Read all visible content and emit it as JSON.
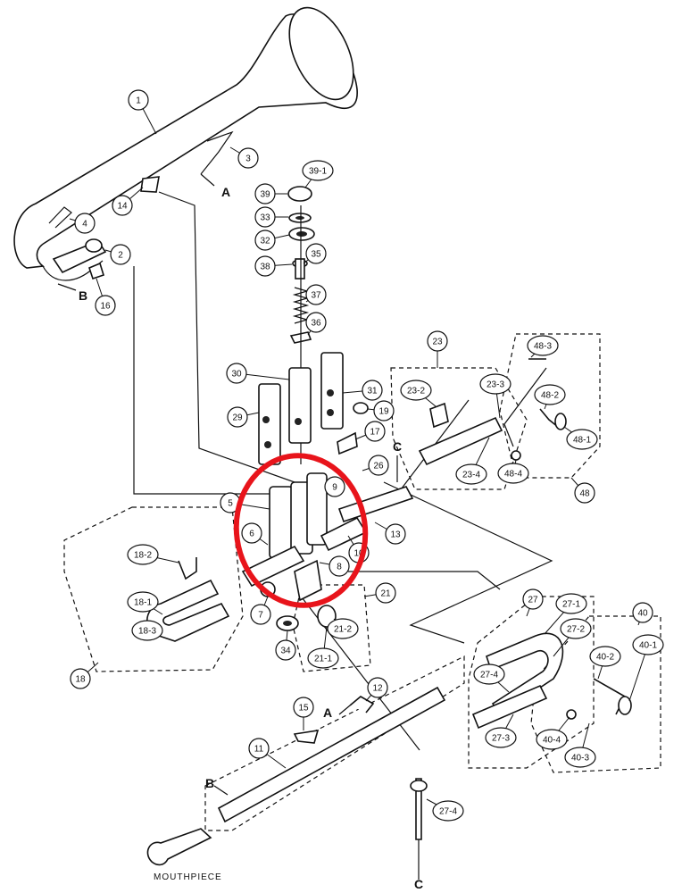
{
  "highlight_color": "#e8141b",
  "ink_color": "#111111",
  "callouts": [
    {
      "id": "c1",
      "label": "1"
    },
    {
      "id": "c2",
      "label": "2"
    },
    {
      "id": "c3",
      "label": "3"
    },
    {
      "id": "c4",
      "label": "4"
    },
    {
      "id": "c14",
      "label": "14"
    },
    {
      "id": "c16",
      "label": "16"
    },
    {
      "id": "c39-1",
      "label": "39-1"
    },
    {
      "id": "c39",
      "label": "39"
    },
    {
      "id": "c33",
      "label": "33"
    },
    {
      "id": "c32",
      "label": "32"
    },
    {
      "id": "c38",
      "label": "38"
    },
    {
      "id": "c35",
      "label": "35"
    },
    {
      "id": "c37",
      "label": "37"
    },
    {
      "id": "c36",
      "label": "36"
    },
    {
      "id": "c30",
      "label": "30"
    },
    {
      "id": "c31",
      "label": "31"
    },
    {
      "id": "c29",
      "label": "29"
    },
    {
      "id": "c19",
      "label": "19"
    },
    {
      "id": "c17",
      "label": "17"
    },
    {
      "id": "c26",
      "label": "26"
    },
    {
      "id": "c23",
      "label": "23"
    },
    {
      "id": "c23-2",
      "label": "23-2"
    },
    {
      "id": "c23-3",
      "label": "23-3"
    },
    {
      "id": "c23-4",
      "label": "23-4"
    },
    {
      "id": "c48-3",
      "label": "48-3"
    },
    {
      "id": "c48-2",
      "label": "48-2"
    },
    {
      "id": "c48-1",
      "label": "48-1"
    },
    {
      "id": "c48-4",
      "label": "48-4"
    },
    {
      "id": "c48",
      "label": "48"
    },
    {
      "id": "c5",
      "label": "5"
    },
    {
      "id": "c9",
      "label": "9"
    },
    {
      "id": "c6",
      "label": "6"
    },
    {
      "id": "c13",
      "label": "13"
    },
    {
      "id": "c10",
      "label": "10"
    },
    {
      "id": "c8",
      "label": "8"
    },
    {
      "id": "c7",
      "label": "7"
    },
    {
      "id": "c21",
      "label": "21"
    },
    {
      "id": "c21-2",
      "label": "21-2"
    },
    {
      "id": "c21-1",
      "label": "21-1"
    },
    {
      "id": "c34",
      "label": "34"
    },
    {
      "id": "c18-2",
      "label": "18-2"
    },
    {
      "id": "c18-1",
      "label": "18-1"
    },
    {
      "id": "c18-3",
      "label": "18-3"
    },
    {
      "id": "c18",
      "label": "18"
    },
    {
      "id": "c27",
      "label": "27"
    },
    {
      "id": "c27-1",
      "label": "27-1"
    },
    {
      "id": "c27-2",
      "label": "27-2"
    },
    {
      "id": "c27-4a",
      "label": "27-4"
    },
    {
      "id": "c27-3",
      "label": "27-3"
    },
    {
      "id": "c40",
      "label": "40"
    },
    {
      "id": "c40-1",
      "label": "40-1"
    },
    {
      "id": "c40-2",
      "label": "40-2"
    },
    {
      "id": "c40-4",
      "label": "40-4"
    },
    {
      "id": "c40-3",
      "label": "40-3"
    },
    {
      "id": "c12",
      "label": "12"
    },
    {
      "id": "c15",
      "label": "15"
    },
    {
      "id": "c11",
      "label": "11"
    },
    {
      "id": "c27-4b",
      "label": "27-4"
    }
  ],
  "letters": [
    {
      "id": "A1",
      "label": "A"
    },
    {
      "id": "B1",
      "label": "B"
    },
    {
      "id": "C1",
      "label": "C"
    },
    {
      "id": "A2",
      "label": "A"
    },
    {
      "id": "B2",
      "label": "B"
    },
    {
      "id": "C2",
      "label": "C"
    }
  ],
  "mouthpiece_label": "MOUTHPIECE"
}
